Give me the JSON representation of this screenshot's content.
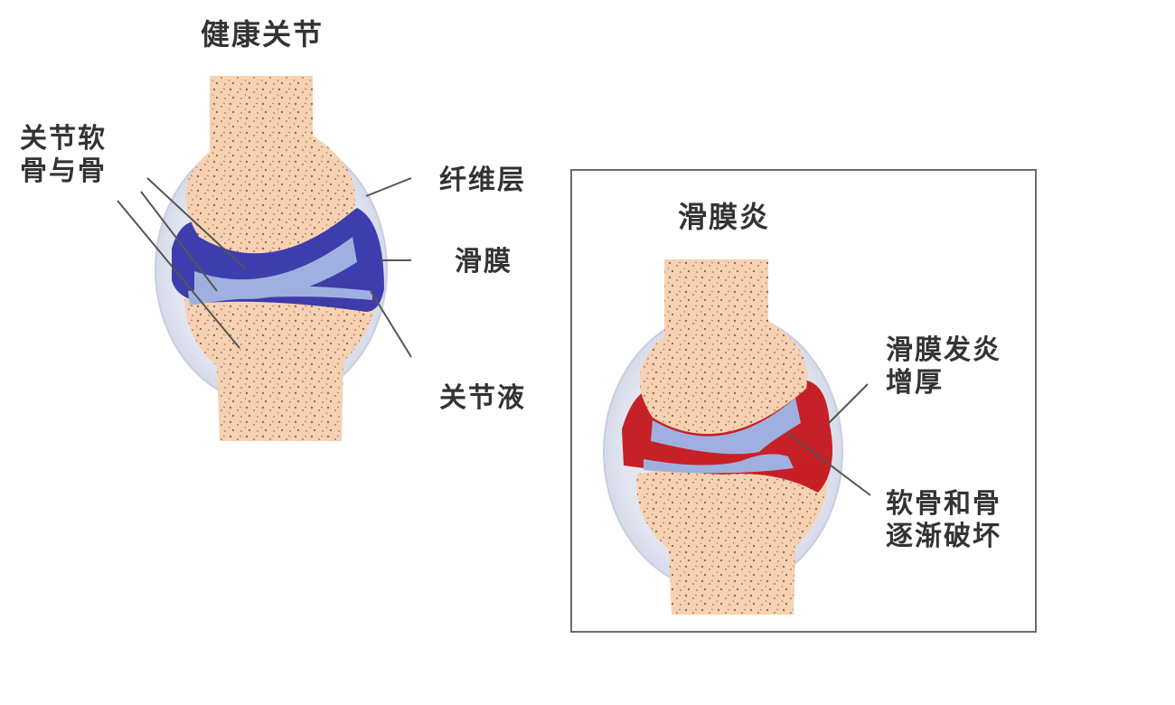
{
  "healthy": {
    "title": "健康关节",
    "label_cartilage_bone": "关节软\n骨与骨",
    "label_fibrous_layer": "纤维层",
    "label_synovium": "滑膜",
    "label_synovial_fluid": "关节液"
  },
  "synovitis": {
    "title": "滑膜炎",
    "label_thickened": "滑膜发炎\n增厚",
    "label_destruction": "软骨和骨\n逐渐破坏"
  },
  "colors": {
    "bone": "#f6d2b2",
    "capsule": "#dfe3ef",
    "healthy_synovium": "#2f2fa8",
    "cartilage": "#9fb0e0",
    "inflamed_synovium": "#c4161c",
    "box_border": "#6b6b6b"
  }
}
